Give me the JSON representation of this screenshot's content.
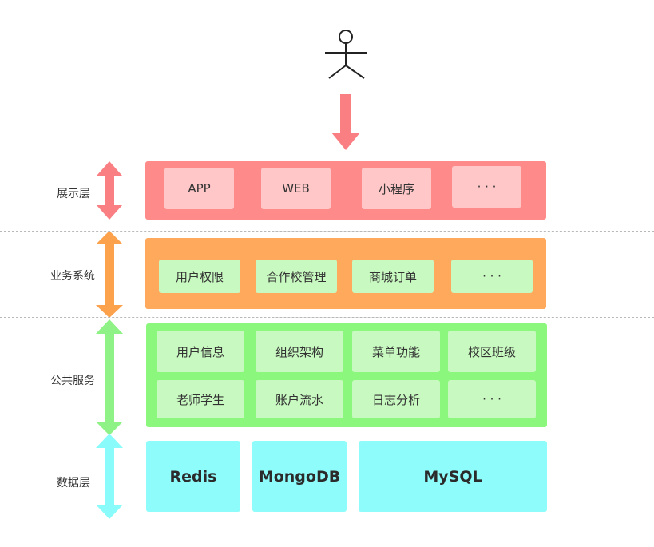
{
  "layers": [
    {
      "label": "展示层",
      "band_color": "#ff8a8a",
      "box_color": "#ffc7c7",
      "arrow_color": "#f97f83",
      "boxes": [
        "APP",
        "WEB",
        "小程序",
        "· · ·"
      ]
    },
    {
      "label": "业务系统",
      "band_color": "#ffa95c",
      "box_color": "#c8f9c0",
      "arrow_color": "#fca24d",
      "boxes": [
        "用户权限",
        "合作校管理",
        "商城订单",
        "· · ·"
      ]
    },
    {
      "label": "公共服务",
      "band_color": "#8bf77d",
      "box_color": "#c8f9c0",
      "arrow_color": "#8ef286",
      "boxes": [
        "用户信息",
        "组织架构",
        "菜单功能",
        "校区班级",
        "老师学生",
        "账户流水",
        "日志分析",
        "· · ·"
      ]
    },
    {
      "label": "数据层",
      "band_color": "#ffffff",
      "box_color": "#8ffcfc",
      "arrow_color": "#89fbfb",
      "boxes": [
        "Redis",
        "MongoDB",
        "MySQL"
      ]
    }
  ],
  "user_icon": "stick-figure-user-icon",
  "user_arrow_color": "#f97f83"
}
